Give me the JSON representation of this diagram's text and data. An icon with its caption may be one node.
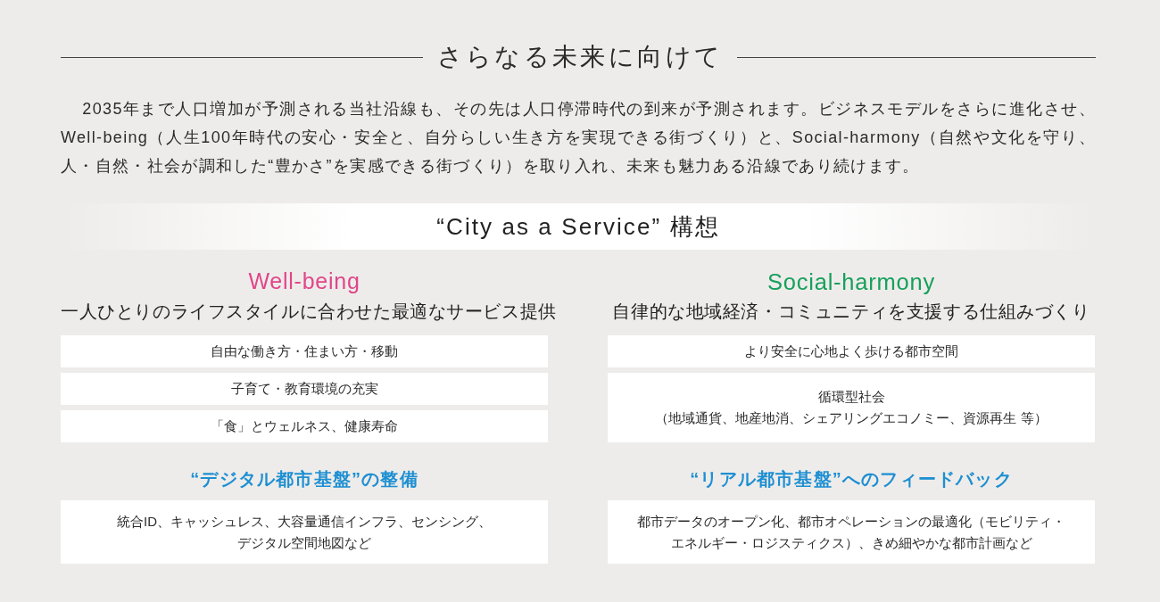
{
  "diagram": {
    "title": "さらなる未来に向けて",
    "nodes": [
      {
        "text": [
          "“City as a Service” 構想"
        ]
      },
      {
        "text": [
          "自由な働き方・住まい方・移動"
        ]
      },
      {
        "text": [
          "子育て・教育環境の充実"
        ]
      },
      {
        "text": [
          "「食」とウェルネス、健康寿命"
        ]
      },
      {
        "text": [
          "より安全に心地よく歩ける都市空間"
        ]
      },
      {
        "text": [
          "循環型社会",
          "（地域通貨、地産地消、シェアリングエコノミー、資源再生 等）"
        ]
      },
      {
        "text": [
          "統合ID、キャッシュレス、大容量通信インフラ、センシング、デジタル空間地図など"
        ]
      },
      {
        "text": [
          "都市データのオープン化、都市オペレーションの最適化（モビリティ・エネルギー・ロジスティクス）、きめ細やかな都市計画など"
        ]
      }
    ],
    "edges": [],
    "labels": [
      "2035年まで人口増加が予測される当社沿線も、その先は人口停滞時代の到来が予測されます。ビジネスモデルをさらに進化させ、Well-being（人生100年時代の安心・安全と、自分らしい生き方を実現できる街づくり）と、Social-harmony（自然や文化を守り、人・自然・社会が調和した“豊かさ”を実感できる街づくり）を取り入れ、未来も魅力ある沿線であり続けます。",
      "Well-being",
      "一人ひとりのライフスタイルに合わせた最適なサービス提供",
      "Social-harmony",
      "自律的な地域経済・コミュニティを支援する仕組みづくり",
      "“デジタル都市基盤”の整備",
      "“リアル都市基盤”へのフィードバック"
    ]
  }
}
